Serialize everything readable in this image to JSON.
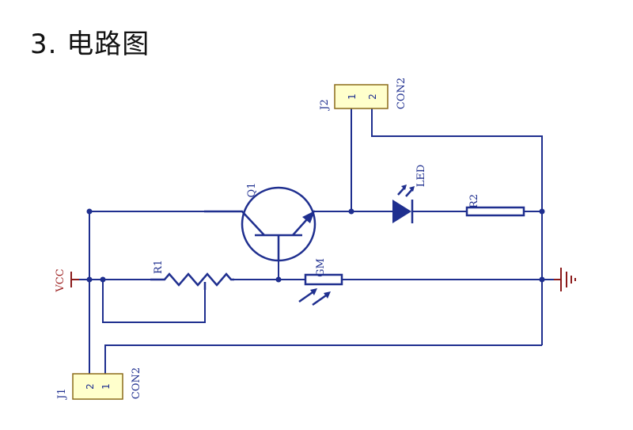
{
  "page": {
    "title": "3. 电路图"
  },
  "schematic": {
    "components": {
      "j2": {
        "ref": "J2",
        "value": "CON2",
        "pin1": "1",
        "pin2": "2"
      },
      "j1": {
        "ref": "J1",
        "value": "CON2",
        "pin1": "1",
        "pin2": "2"
      },
      "q1": {
        "ref": "Q1"
      },
      "led": {
        "ref": "LED"
      },
      "r2": {
        "ref": "R2"
      },
      "r1": {
        "ref": "R1"
      },
      "gm": {
        "ref": "GM"
      },
      "vcc": {
        "label": "VCC"
      }
    }
  },
  "colors": {
    "wire": "#1f2f8f",
    "power": "#8b1a1a",
    "connector_fill": "#ffffcc"
  }
}
